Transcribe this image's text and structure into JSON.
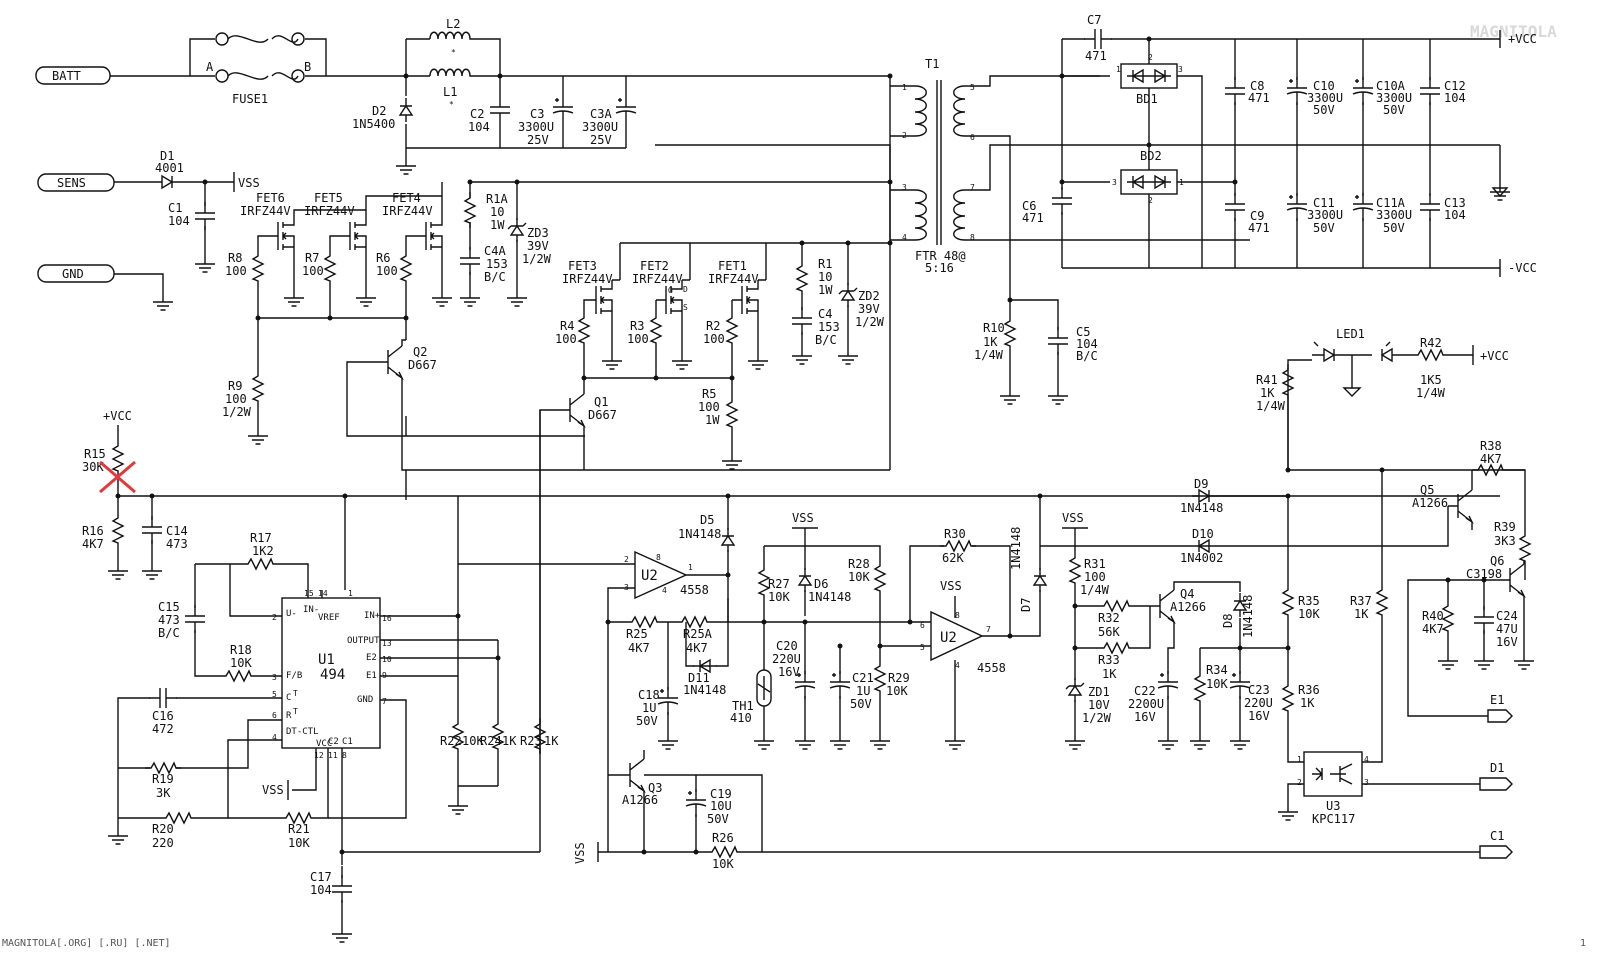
{
  "connectors": {
    "batt": "BATT",
    "sens": "SENS",
    "gnd": "GND"
  },
  "rails": {
    "vss": "VSS",
    "vcc_plus": "+VCC",
    "vcc_minus": "-VCC"
  },
  "fuse": {
    "name": "FUSE1",
    "a": "A",
    "b": "B"
  },
  "inductors": [
    {
      "name": "L2"
    },
    {
      "name": "L1"
    }
  ],
  "transformer": {
    "name": "T1",
    "part": "FTR 48@",
    "ratio": "5:16",
    "pins": [
      "1",
      "2",
      "3",
      "4",
      "5",
      "6",
      "7",
      "8"
    ]
  },
  "diodes": {
    "d1": [
      "D1",
      "4001"
    ],
    "d2": [
      "D2",
      "1N5400"
    ],
    "d5": [
      "D5",
      "1N4148"
    ],
    "d6": [
      "D6",
      "1N4148"
    ],
    "d7": [
      "D7",
      "1N4148"
    ],
    "d8": [
      "D8",
      "1N4148"
    ],
    "d9": [
      "D9",
      "1N4148"
    ],
    "d10": [
      "D10",
      "1N4002"
    ],
    "d11": [
      "D11",
      "1N4148"
    ],
    "zd1": [
      "ZD1",
      "10V",
      "1/2W"
    ],
    "zd2": [
      "ZD2",
      "39V",
      "1/2W"
    ],
    "zd3": [
      "ZD3",
      "39V",
      "1/2W"
    ],
    "bd1": "BD1",
    "bd2": "BD2",
    "led1": "LED1"
  },
  "capacitors": {
    "c1": [
      "C1",
      "104"
    ],
    "c2": [
      "C2",
      "104"
    ],
    "c3": [
      "C3",
      "3300U",
      "25V"
    ],
    "c3a": [
      "C3A",
      "3300U",
      "25V"
    ],
    "c4": [
      "C4",
      "153",
      "B/C"
    ],
    "c4a": [
      "C4A",
      "153",
      "B/C"
    ],
    "c5": [
      "C5",
      "104",
      "B/C"
    ],
    "c6": [
      "C6",
      "471"
    ],
    "c7": [
      "C7",
      "471"
    ],
    "c8": [
      "C8",
      "471"
    ],
    "c9": [
      "C9",
      "471"
    ],
    "c10": [
      "C10",
      "3300U",
      "50V"
    ],
    "c10a": [
      "C10A",
      "3300U",
      "50V"
    ],
    "c11": [
      "C11",
      "3300U",
      "50V"
    ],
    "c11a": [
      "C11A",
      "3300U",
      "50V"
    ],
    "c12": [
      "C12",
      "104"
    ],
    "c13": [
      "C13",
      "104"
    ],
    "c14": [
      "C14",
      "473"
    ],
    "c15": [
      "C15",
      "473",
      "B/C"
    ],
    "c16": [
      "C16",
      "472"
    ],
    "c17": [
      "C17",
      "104"
    ],
    "c18": [
      "C18",
      "1U",
      "50V"
    ],
    "c19": [
      "C19",
      "10U",
      "50V"
    ],
    "c20": [
      "C20",
      "220U",
      "16V"
    ],
    "c21": [
      "C21",
      "1U",
      "50V"
    ],
    "c22": [
      "C22",
      "2200U",
      "16V"
    ],
    "c23": [
      "C23",
      "220U",
      "16V"
    ],
    "c24": [
      "C24",
      "47U",
      "16V"
    ]
  },
  "resistors": {
    "r1": [
      "R1",
      "10",
      "1W"
    ],
    "r1a": [
      "R1A",
      "10",
      "1W"
    ],
    "r2": [
      "R2",
      "100"
    ],
    "r3": [
      "R3",
      "100"
    ],
    "r4": [
      "R4",
      "100"
    ],
    "r5": [
      "R5",
      "100",
      "1W"
    ],
    "r6": [
      "R6",
      "100"
    ],
    "r7": [
      "R7",
      "100"
    ],
    "r8": [
      "R8",
      "100"
    ],
    "r9": [
      "R9",
      "100",
      "1/2W"
    ],
    "r10": [
      "R10",
      "1K",
      "1/4W"
    ],
    "r15": [
      "R15",
      "30K"
    ],
    "r16": [
      "R16",
      "4K7"
    ],
    "r17": [
      "R17",
      "1K2"
    ],
    "r18": [
      "R18",
      "10K"
    ],
    "r19": [
      "R19",
      "3K"
    ],
    "r20": [
      "R20",
      "220"
    ],
    "r21": [
      "R21",
      "10K"
    ],
    "r22": [
      "R22",
      "10K"
    ],
    "r23": [
      "R23",
      "1K"
    ],
    "r24": [
      "R24",
      "1K"
    ],
    "r25": [
      "R25",
      "4K7"
    ],
    "r25a": [
      "R25A",
      "4K7"
    ],
    "r26": [
      "R26",
      "10K"
    ],
    "r27": [
      "R27",
      "10K"
    ],
    "r28": [
      "R28",
      "10K"
    ],
    "r29": [
      "R29",
      "10K"
    ],
    "r30": [
      "R30",
      "62K"
    ],
    "r31": [
      "R31",
      "100",
      "1/4W"
    ],
    "r32": [
      "R32",
      "56K"
    ],
    "r33": [
      "R33",
      "1K"
    ],
    "r34": [
      "R34",
      "10K"
    ],
    "r35": [
      "R35",
      "10K"
    ],
    "r36": [
      "R36",
      "1K"
    ],
    "r37": [
      "R37",
      "1K"
    ],
    "r38": [
      "R38",
      "4K7"
    ],
    "r39": [
      "R39",
      "3K3"
    ],
    "r40": [
      "R40",
      "4K7"
    ],
    "r41": [
      "R41",
      "1K",
      "1/4W"
    ],
    "r42": [
      "R42",
      "1K5",
      "1/4W"
    ]
  },
  "transistors": {
    "fet1": [
      "FET1",
      "IRFZ44V"
    ],
    "fet2": [
      "FET2",
      "IRFZ44V"
    ],
    "fet3": [
      "FET3",
      "IRFZ44V"
    ],
    "fet4": [
      "FET4",
      "IRFZ44V"
    ],
    "fet5": [
      "FET5",
      "IRFZ44V"
    ],
    "fet6": [
      "FET6",
      "IRFZ44V"
    ],
    "q1": [
      "Q1",
      "D667"
    ],
    "q2": [
      "Q2",
      "D667"
    ],
    "q3": [
      "Q3",
      "A1266"
    ],
    "q4": [
      "Q4",
      "A1266"
    ],
    "q5": [
      "Q5",
      "A1266"
    ],
    "q6": [
      "Q6",
      "C3198"
    ]
  },
  "fet_pins": {
    "g": "G",
    "d": "D",
    "s": "S"
  },
  "ics": {
    "u1": {
      "name": "U1",
      "part": "494",
      "pins_left": [
        "U-",
        "F/B",
        "C",
        "R",
        "DT-CTL"
      ],
      "pins_left_sup": [
        "T",
        "T"
      ],
      "pins_right": [
        "IN+",
        "OUTPUT",
        "E2",
        "E1",
        "GND"
      ],
      "pins_bottom": [
        "VCC",
        "C2",
        "C1"
      ],
      "pins_top": [
        "IN-",
        "VREF"
      ],
      "pin_numbers": [
        "2",
        "3",
        "5",
        "6",
        "4",
        "12",
        "11",
        "8",
        "7",
        "9",
        "10",
        "13",
        "16",
        "15",
        "14",
        "1"
      ]
    },
    "u2a": {
      "name": "U2",
      "part": "4558",
      "pins": [
        "2",
        "3",
        "1",
        "8",
        "4"
      ]
    },
    "u2b": {
      "name": "U2",
      "part": "4558",
      "pins": [
        "6",
        "5",
        "7",
        "8",
        "4"
      ]
    },
    "u3": {
      "name": "U3",
      "part": "KPC117",
      "pins": [
        "1",
        "2",
        "3",
        "4"
      ]
    }
  },
  "misc": {
    "th1": [
      "TH1",
      "410"
    ]
  },
  "outputs": [
    "E1",
    "D1",
    "C1"
  ],
  "footer": "MAGNITOLA[.ORG] [.RU] [.NET]",
  "page_number": "1",
  "watermark": "MAGNITOLA"
}
